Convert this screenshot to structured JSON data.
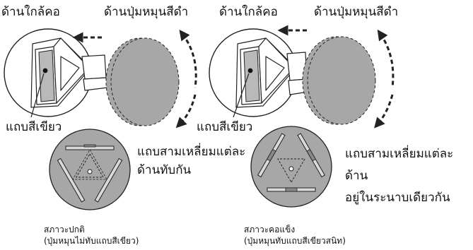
{
  "left_fig": {
    "label_near_neck": "ด้านใกล้คอ",
    "label_knob_side": "ด้านปุ่มหมุนสีดำ",
    "label_green_strip": "แถบสีเขียว"
  },
  "right_fig": {
    "label_near_neck": "ด้านใกล้คอ",
    "label_knob_side": "ด้านปุ่มหมุนสีดำ",
    "label_green_strip": "แถบสีเขียว"
  },
  "normal_state": {
    "note": "แถบสามเหลี่ยมแต่ละ\nด้านทับกัน",
    "caption_title": "สภาวะปกติ",
    "caption_sub": "(ปุ่มหมุนไม่ทับแถบสีเขียว)"
  },
  "locked_state": {
    "note": "แถบสามเหลี่ยมแต่ละด้าน\nอยู่ในระนาบเดียวกัน",
    "caption_title": "สภาวะคอแข็ง",
    "caption_sub": "(ปุ่มหมุนทับแถบสีเขียวสนิท)"
  },
  "colors": {
    "knob_gray": "#a7a7a7",
    "strip_gray": "#b9b9b9",
    "line": "#222222"
  }
}
